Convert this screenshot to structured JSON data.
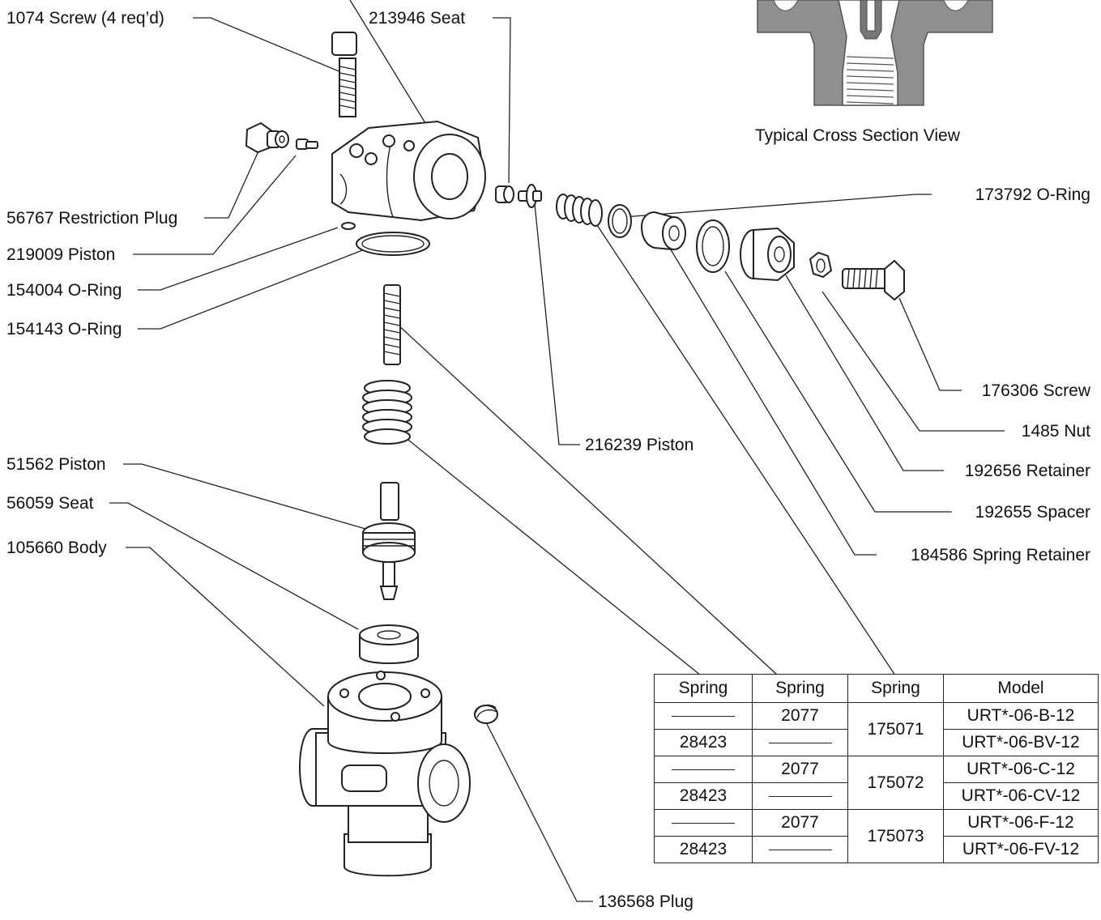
{
  "cross_section": {
    "caption": "Typical Cross Section View"
  },
  "callouts": {
    "screw_1074": "1074 Screw (4 req’d)",
    "seat_213946": "213946 Seat",
    "plug_56767": "56767 Restriction Plug",
    "piston_219009": "219009 Piston",
    "oring_154004": "154004 O-Ring",
    "oring_154143": "154143 O-Ring",
    "piston_51562": "51562 Piston",
    "seat_56059": "56059 Seat",
    "body_105660": "105660 Body",
    "plug_136568": "136568 Plug",
    "piston_216239": "216239 Piston",
    "oring_173792": "173792 O-Ring",
    "screw_176306": "176306 Screw",
    "nut_1485": "1485 Nut",
    "retainer_192656": "192656 Retainer",
    "spacer_192655": "192655 Spacer",
    "spring_retainer_184586": "184586 Spring Retainer"
  },
  "spring_table": {
    "headers": [
      "Spring",
      "Spring",
      "Spring",
      "Model"
    ],
    "rows": [
      {
        "spring1": "",
        "spring2": "2077",
        "spring3": "175071",
        "model": "URT*-06-B-12"
      },
      {
        "spring1": "28423",
        "spring2": "",
        "spring3": "175071",
        "model": "URT*-06-BV-12"
      },
      {
        "spring1": "",
        "spring2": "2077",
        "spring3": "175072",
        "model": "URT*-06-C-12"
      },
      {
        "spring1": "28423",
        "spring2": "",
        "spring3": "175072",
        "model": "URT*-06-CV-12"
      },
      {
        "spring1": "",
        "spring2": "2077",
        "spring3": "175073",
        "model": "URT*-06-F-12"
      },
      {
        "spring1": "28423",
        "spring2": "",
        "spring3": "175073",
        "model": "URT*-06-FV-12"
      }
    ]
  }
}
